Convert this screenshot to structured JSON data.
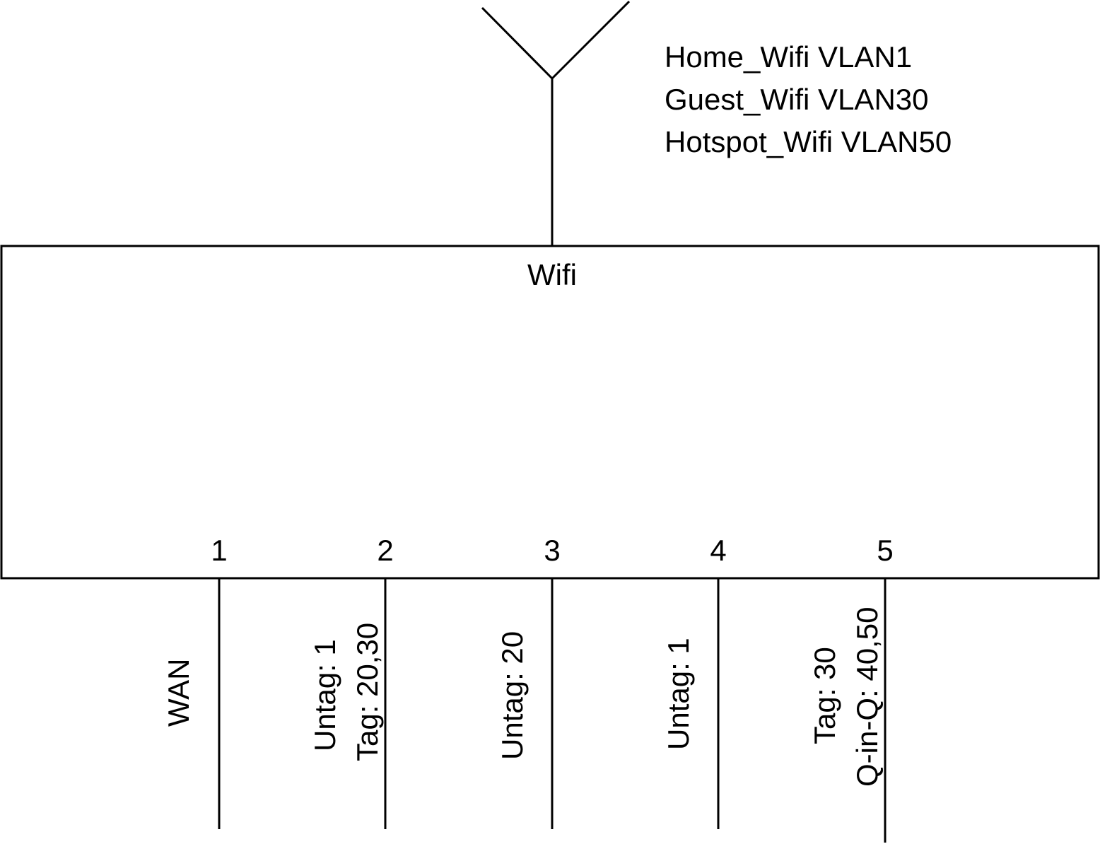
{
  "device": {
    "label": "Wifi"
  },
  "ssids": [
    "Home_Wifi VLAN1",
    "Guest_Wifi VLAN30",
    "Hotspot_Wifi VLAN50"
  ],
  "ports": [
    {
      "number": "1",
      "lines": [
        "WAN"
      ]
    },
    {
      "number": "2",
      "lines": [
        "Untag: 1",
        "Tag: 20,30"
      ]
    },
    {
      "number": "3",
      "lines": [
        "Untag: 20"
      ]
    },
    {
      "number": "4",
      "lines": [
        "Untag: 1"
      ]
    },
    {
      "number": "5",
      "lines": [
        "Tag: 30",
        "Q-in-Q: 40,50"
      ]
    }
  ]
}
